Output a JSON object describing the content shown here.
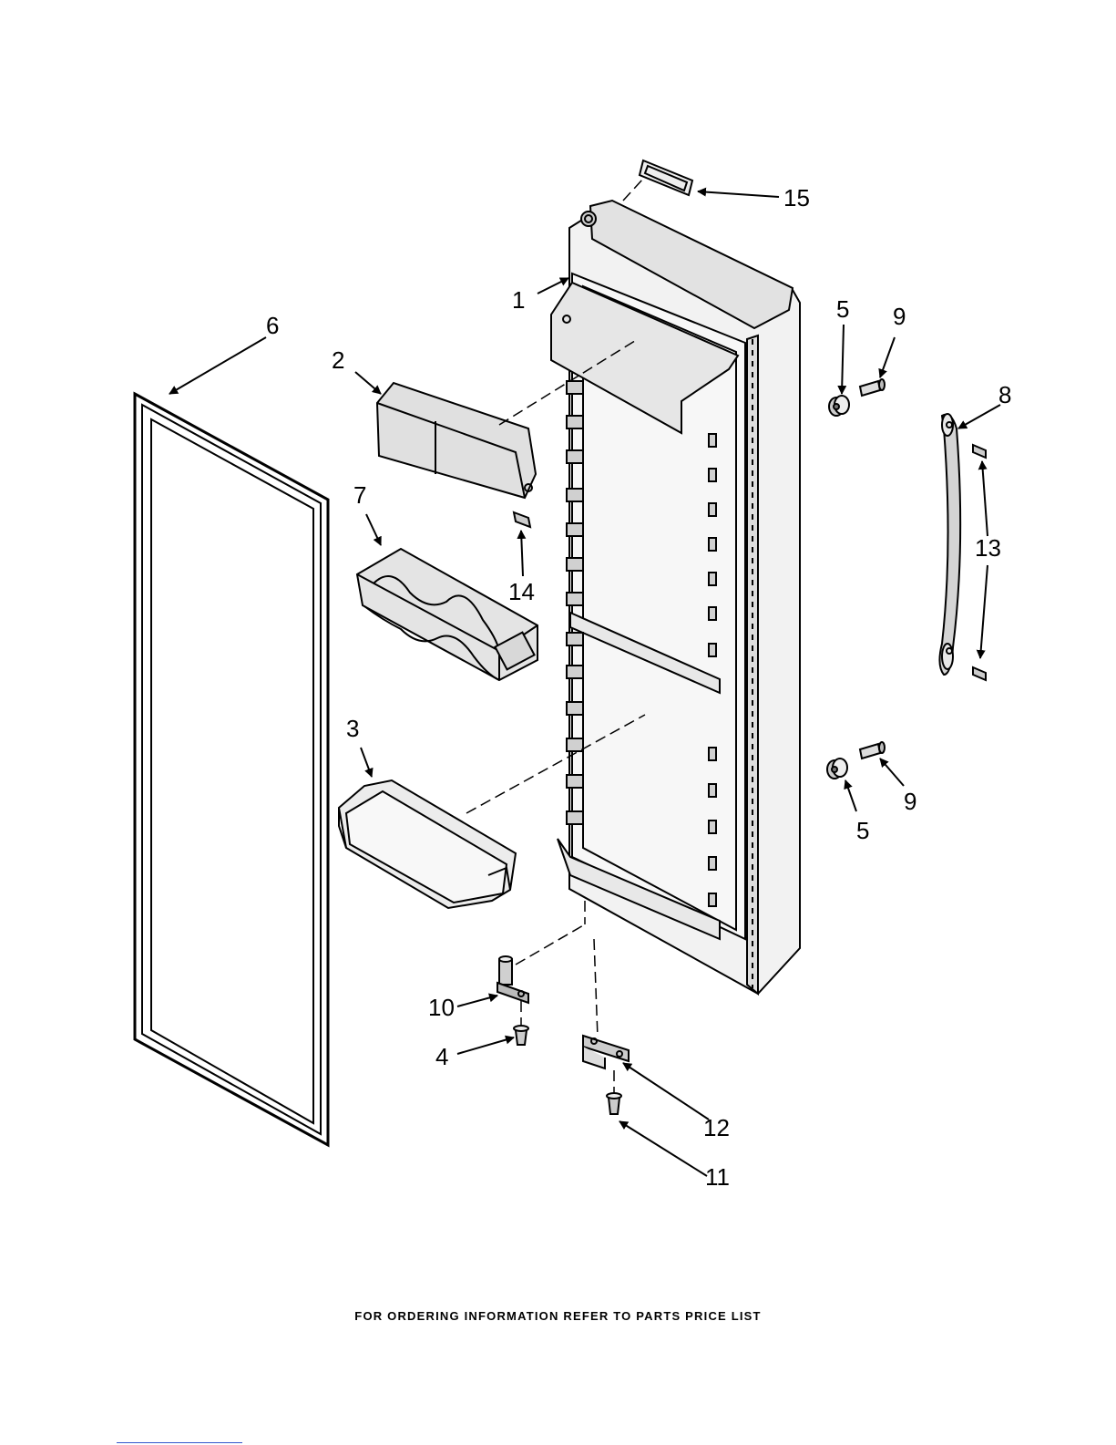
{
  "diagram": {
    "parts": [
      {
        "callout": "1",
        "name": "door-liner"
      },
      {
        "callout": "2",
        "name": "dairy-door"
      },
      {
        "callout": "3",
        "name": "door-bin"
      },
      {
        "callout": "4",
        "name": "screw"
      },
      {
        "callout": "5",
        "name": "bushing"
      },
      {
        "callout": "6",
        "name": "door-gasket"
      },
      {
        "callout": "7",
        "name": "egg-tray"
      },
      {
        "callout": "8",
        "name": "door-handle"
      },
      {
        "callout": "9",
        "name": "handle-screw"
      },
      {
        "callout": "10",
        "name": "hinge-pin"
      },
      {
        "callout": "11",
        "name": "hinge-screw"
      },
      {
        "callout": "12",
        "name": "lower-hinge"
      },
      {
        "callout": "13",
        "name": "handle-stud"
      },
      {
        "callout": "14",
        "name": "dairy-door-pin"
      },
      {
        "callout": "15",
        "name": "hinge-cap"
      }
    ]
  },
  "footer": {
    "text": "FOR ORDERING INFORMATION REFER TO PARTS PRICE LIST"
  }
}
